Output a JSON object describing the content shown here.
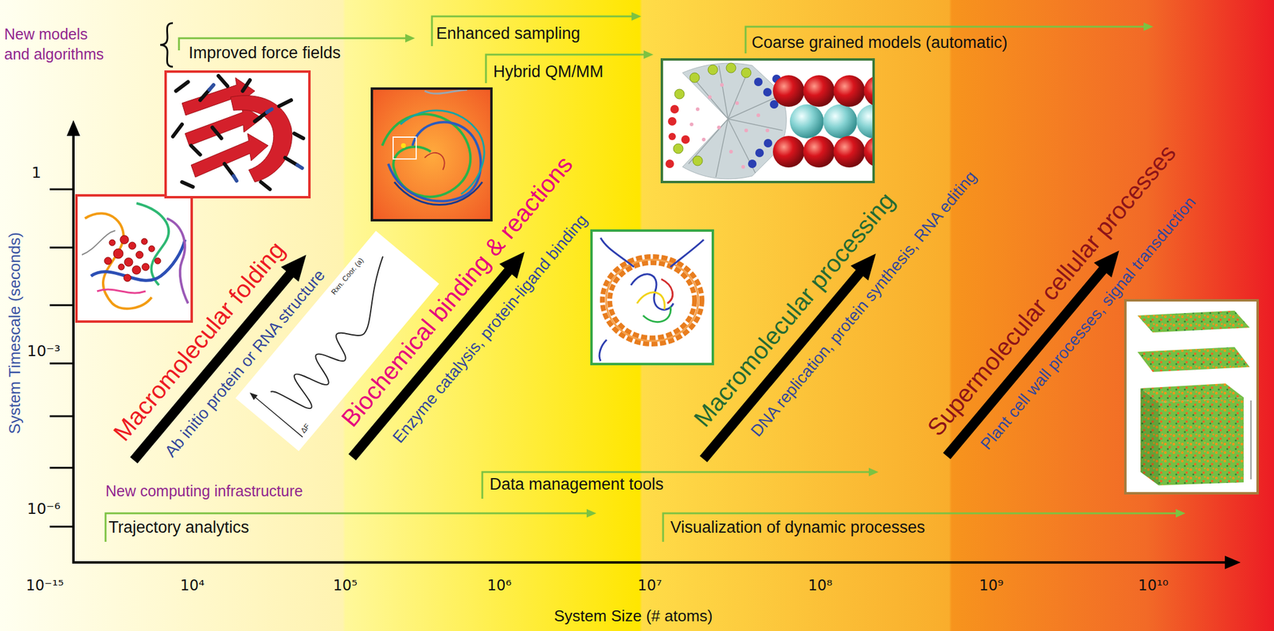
{
  "diagram": {
    "nodes": [
      {
        "text": [
          "ΔF",
          "Rxn. Coor. (a)"
        ]
      }
    ],
    "labels": [
      "New models and algorithms",
      "Improved force fields",
      "Enhanced sampling",
      "Hybrid QM/MM",
      "Coarse grained models (automatic)",
      "System Timescale (seconds)",
      "1",
      "10⁻³",
      "10⁻⁶",
      "Macromolecular folding",
      "Ab initio protein or RNA structure",
      "Biochemical binding & reactions",
      "Enzyme catalysis, protein-ligand binding",
      "Macromolecular processing",
      "DNA replication, protein synthesis, RNA editing",
      "Supermolecular cellular processes",
      "Plant cell wall processes, signal transduction",
      "New computing infrastructure",
      "Data management tools",
      "Trajectory analytics",
      "Visualization of dynamic processes",
      "10⁻¹⁵",
      "10⁴",
      "10⁵",
      "10⁶",
      "10⁷",
      "10⁸",
      "10⁹",
      "10¹⁰",
      "System Size (# atoms)"
    ]
  }
}
